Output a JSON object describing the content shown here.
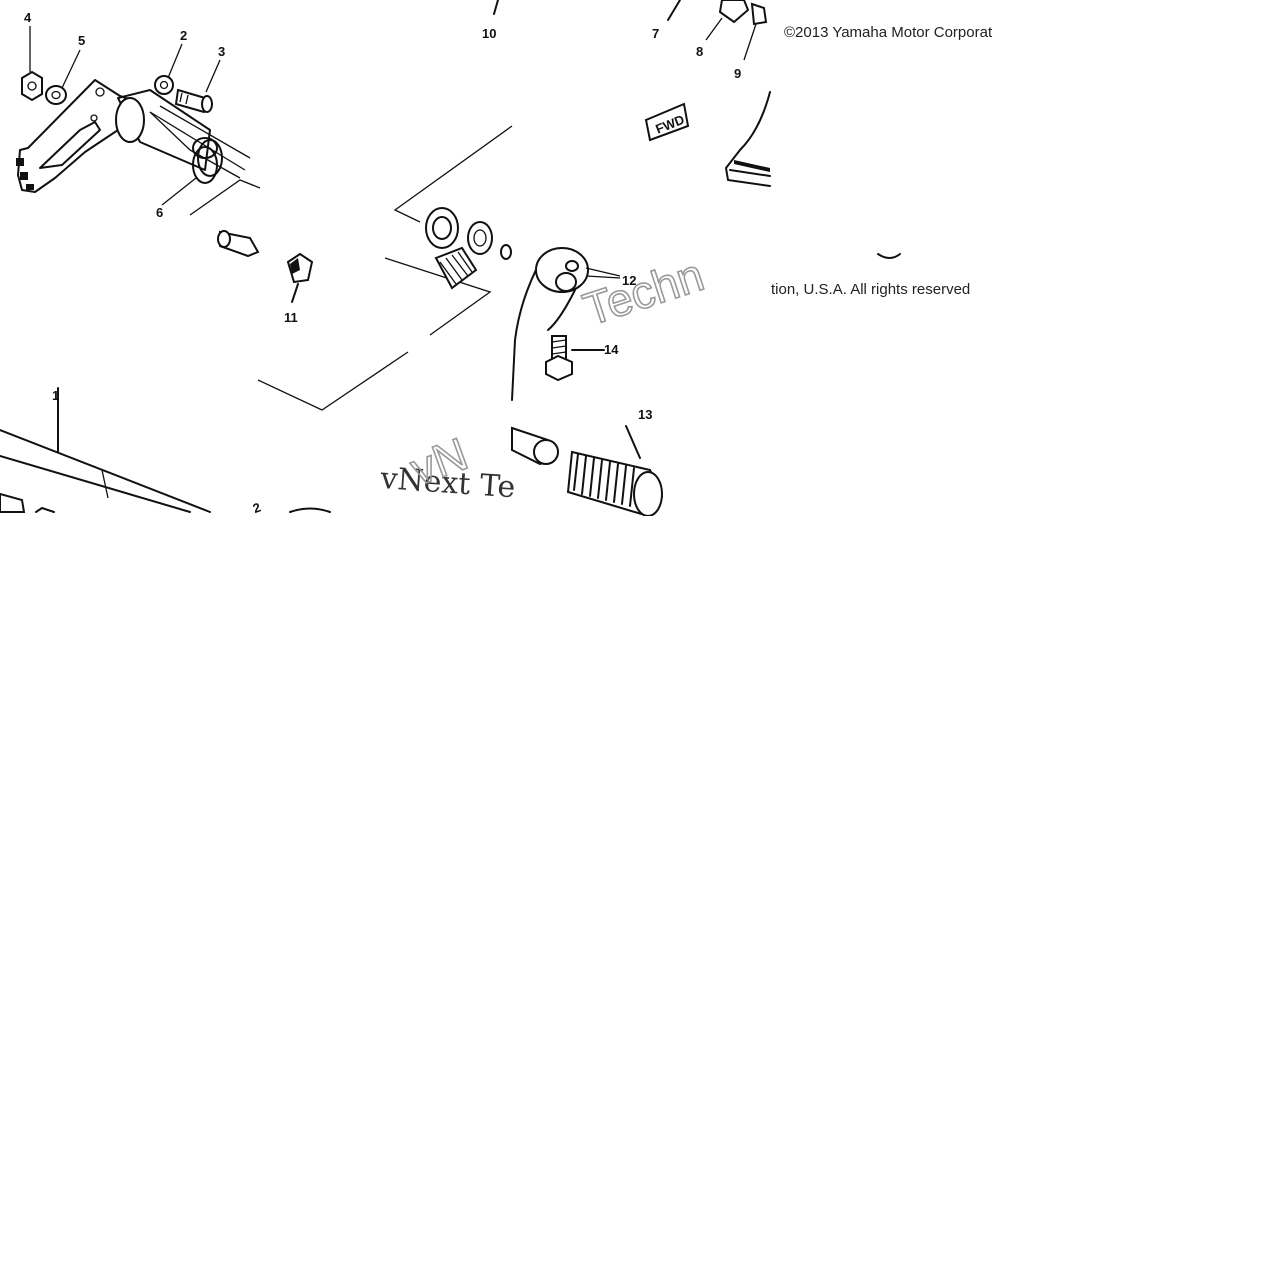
{
  "copyright_line1": "©2013 Yamaha Motor Corporat",
  "copyright_line2": "tion, U.S.A. All rights reserved",
  "watermark_main": "vNext Te",
  "watermark_faint": "Techn",
  "watermark_faint2": "vN",
  "fwd_label": "FWD",
  "callouts": {
    "c1": "1",
    "c2": "2",
    "c3": "3",
    "c4": "4",
    "c5": "5",
    "c6": "6",
    "c7": "7",
    "c8": "8",
    "c9": "9",
    "c10": "10",
    "c11": "11",
    "c12": "12",
    "c13": "13",
    "c14": "14"
  }
}
